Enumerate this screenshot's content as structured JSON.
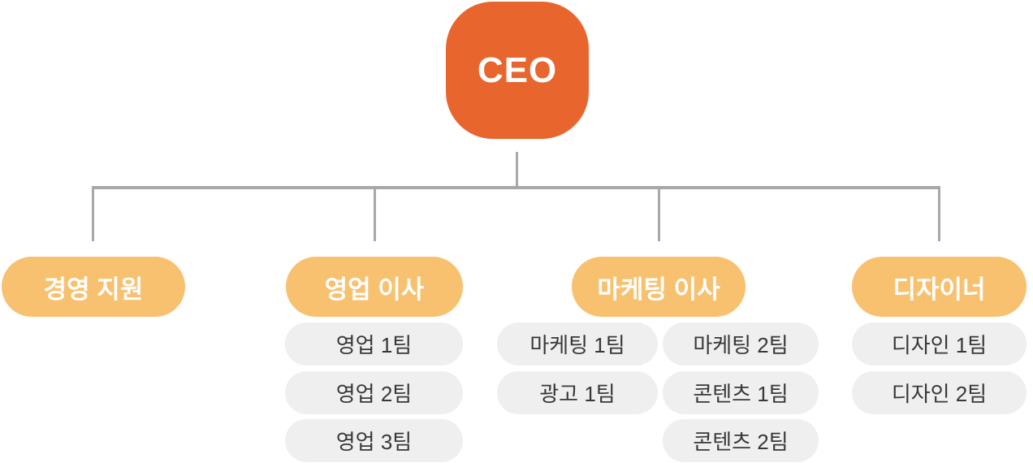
{
  "colors": {
    "ceo_bg": "#E8662E",
    "ceo_text": "#FFFFFF",
    "dept_bg": "#F8C170",
    "dept_text": "#FFFFFF",
    "team_bg": "#EFEFEF",
    "team_text": "#383838",
    "line": "#A8A8A8",
    "page_bg": "#FFFFFF"
  },
  "org": {
    "root": {
      "label": "CEO"
    },
    "branches": [
      {
        "id": "management-support",
        "label": "경영 지원",
        "teams": []
      },
      {
        "id": "sales-director",
        "label": "영업 이사",
        "teams": [
          "영업 1팀",
          "영업 2팀",
          "영업 3팀"
        ]
      },
      {
        "id": "marketing-director",
        "label": "마케팅 이사",
        "team_columns": [
          [
            "마케팅 1팀",
            "광고 1팀"
          ],
          [
            "마케팅 2팀",
            "콘텐츠 1팀",
            "콘텐츠 2팀"
          ]
        ]
      },
      {
        "id": "designer",
        "label": "디자이너",
        "teams": [
          "디자인 1팀",
          "디자인 2팀"
        ]
      }
    ]
  }
}
